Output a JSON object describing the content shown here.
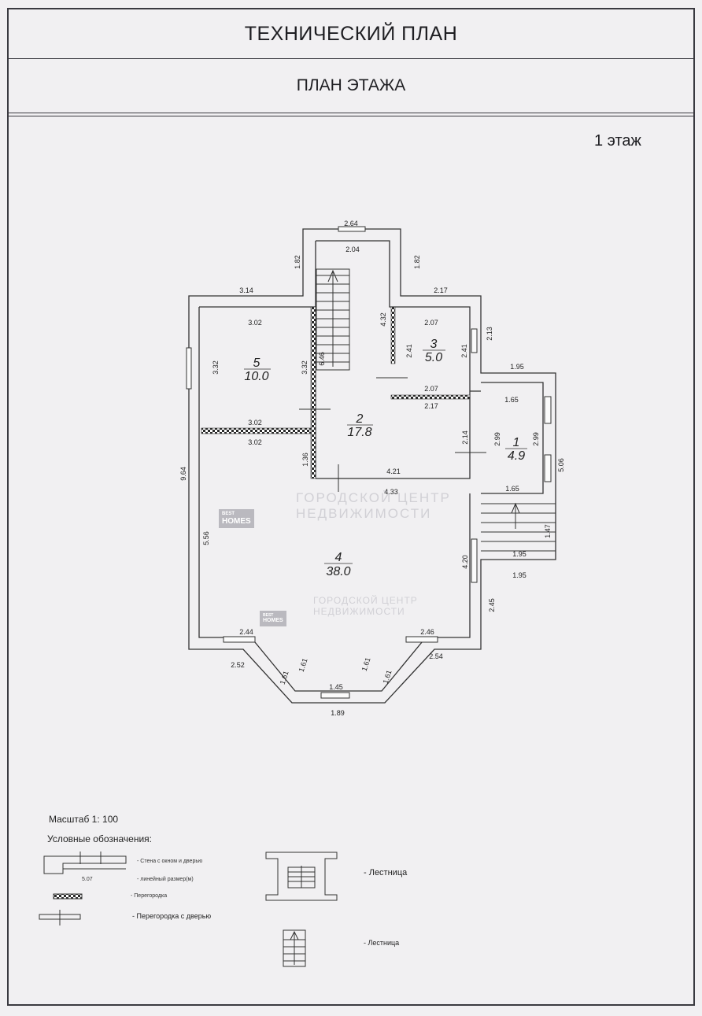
{
  "header": {
    "title": "ТЕХНИЧЕСКИЙ ПЛАН",
    "subtitle": "ПЛАН ЭТАЖА"
  },
  "floor_label": "1 этаж",
  "rooms": [
    {
      "number": "1",
      "area": "4.9"
    },
    {
      "number": "2",
      "area": "17.8"
    },
    {
      "number": "3",
      "area": "5.0"
    },
    {
      "number": "4",
      "area": "38.0"
    },
    {
      "number": "5",
      "area": "10.0"
    }
  ],
  "dimensions": {
    "stair_top_outer": "2.64",
    "stair_top_inner": "2.04",
    "stair_left": "1.82",
    "stair_right": "1.82",
    "top_left_outer": "3.14",
    "room5_top": "3.02",
    "room5_left": "3.32",
    "room5_right": "3.32",
    "stair_inner": "6.46",
    "room5_bottom": "3.02",
    "room4_top_left": "3.02",
    "left_total": "9.64",
    "room3_top_outer": "2.17",
    "room3_top": "2.07",
    "room3_left_height": "4.32",
    "room3_h1": "2.41",
    "room3_h2": "2.41",
    "room3_outer_right": "2.13",
    "room3_bottom": "2.07",
    "room3_bottom_outer": "2.17",
    "room2_door": "2.14",
    "room2_left_lower": "1.36",
    "room2_bottom": "4.21",
    "room4_top": "4.33",
    "room1_top_outer": "1.95",
    "room1_top": "1.65",
    "room1_left": "2.99",
    "room1_right": "2.99",
    "room1_outer": "5.06",
    "room1_bottom": "1.65",
    "porch_side": "1.47",
    "porch_inner": "1.95",
    "porch_outer": "1.95",
    "room4_right": "4.20",
    "room4_right_lower": "2.45",
    "room4_left": "5.56",
    "bottom_left_inner": "2.44",
    "bottom_left_outer": "2.52",
    "bottom_right_inner": "2.46",
    "bottom_right_outer": "2.54",
    "bay_left_inner": "1.61",
    "bay_left_outer": "1.61",
    "bay_right_inner": "1.61",
    "bay_right_outer": "1.61",
    "bay_front_inner": "1.45",
    "bay_front_outer": "1.89"
  },
  "watermark": {
    "line1": "ГОРОДСКОЙ ЦЕНТР",
    "line2": "НЕДВИЖИМОСТИ",
    "logo_top": "BEST",
    "logo_bottom": "HOMES"
  },
  "legend": {
    "scale": "Масштаб 1: 100",
    "heading": "Условные обозначения:",
    "sample_dim": "5.07",
    "wall_window_door": "- Стена с окном и дверью",
    "linear_size": "- линейный размер(м)",
    "partition": "- Перегородка",
    "partition_door": "- Перегородка с дверью",
    "stair_1": "- Лестница",
    "stair_2": "- Лестница"
  }
}
